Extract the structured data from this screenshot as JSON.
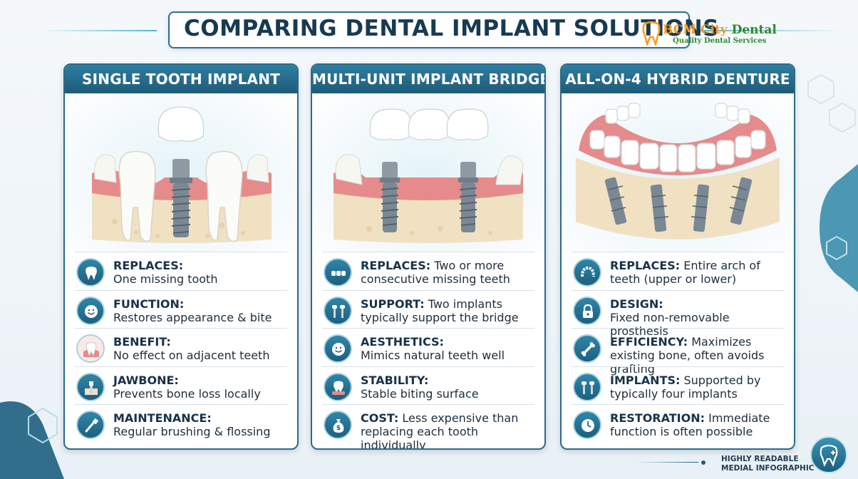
{
  "title": "COMPARING DENTAL IMPLANT SOLUTIONS",
  "logo": {
    "name_part1": "BCM City ",
    "name_part2": "Dental",
    "tagline": "Quality Dental Services",
    "brand_orange": "#ff9a1a",
    "brand_green": "#2c8a2c"
  },
  "colors": {
    "header": "#1e5b79",
    "accent": "#4cb7c7",
    "gum": "#e58b8b",
    "bone": "#f1e1c3",
    "metal": "#6f7d89"
  },
  "cards": [
    {
      "title": "SINGLE TOOTH IMPLANT",
      "illustration": "single-implant-illustration",
      "rows": [
        {
          "icon": "tooth-icon",
          "label": "REPLACES:",
          "value": "One missing tooth"
        },
        {
          "icon": "smile-icon",
          "label": "FUNCTION:",
          "value": "Restores appearance & bite"
        },
        {
          "icon": "tooth-gum-icon",
          "label": "BENEFIT:",
          "value": "No effect on adjacent teeth"
        },
        {
          "icon": "implant-bone-icon",
          "label": "JAWBONE:",
          "value": "Prevents bone loss locally"
        },
        {
          "icon": "toothbrush-icon",
          "label": "MAINTENANCE:",
          "value": "Regular brushing & flossing"
        }
      ]
    },
    {
      "title": "MULTI-UNIT IMPLANT BRIDGE",
      "illustration": "implant-bridge-illustration",
      "rows": [
        {
          "icon": "teeth-row-icon",
          "label": "REPLACES:",
          "value": "Two or more consecutive missing teeth"
        },
        {
          "icon": "two-implants-icon",
          "label": "SUPPORT:",
          "value": "Two implants typically support the bridge"
        },
        {
          "icon": "smile-icon",
          "label": "AESTHETICS:",
          "value": "Mimics natural teeth well"
        },
        {
          "icon": "tooth-gum-icon",
          "label": "STABILITY:",
          "value": "Stable biting surface"
        },
        {
          "icon": "money-bag-icon",
          "label": "COST:",
          "value": "Less expensive than replacing each tooth individually"
        }
      ]
    },
    {
      "title": "ALL-ON-4 HYBRID DENTURE",
      "illustration": "hybrid-denture-illustration",
      "rows": [
        {
          "icon": "dental-arch-icon",
          "label": "REPLACES:",
          "value": "Entire arch of teeth (upper or lower)"
        },
        {
          "icon": "lock-icon",
          "label": "DESIGN:",
          "value": "Fixed non-removable prosthesis"
        },
        {
          "icon": "bone-icon",
          "label": "EFFICIENCY:",
          "value": "Maximizes existing bone, often avoids grafting"
        },
        {
          "icon": "implants-icon",
          "label": "IMPLANTS:",
          "value": "Supported by typically four implants"
        },
        {
          "icon": "clock-icon",
          "label": "RESTORATION:",
          "value": "Immediate function is often possible"
        }
      ]
    }
  ],
  "footer": {
    "line1": "HIGHLY READABLE",
    "line2": "MEDIAL INFOGRAPHIC",
    "badge_icon": "tooth-plus-icon"
  }
}
